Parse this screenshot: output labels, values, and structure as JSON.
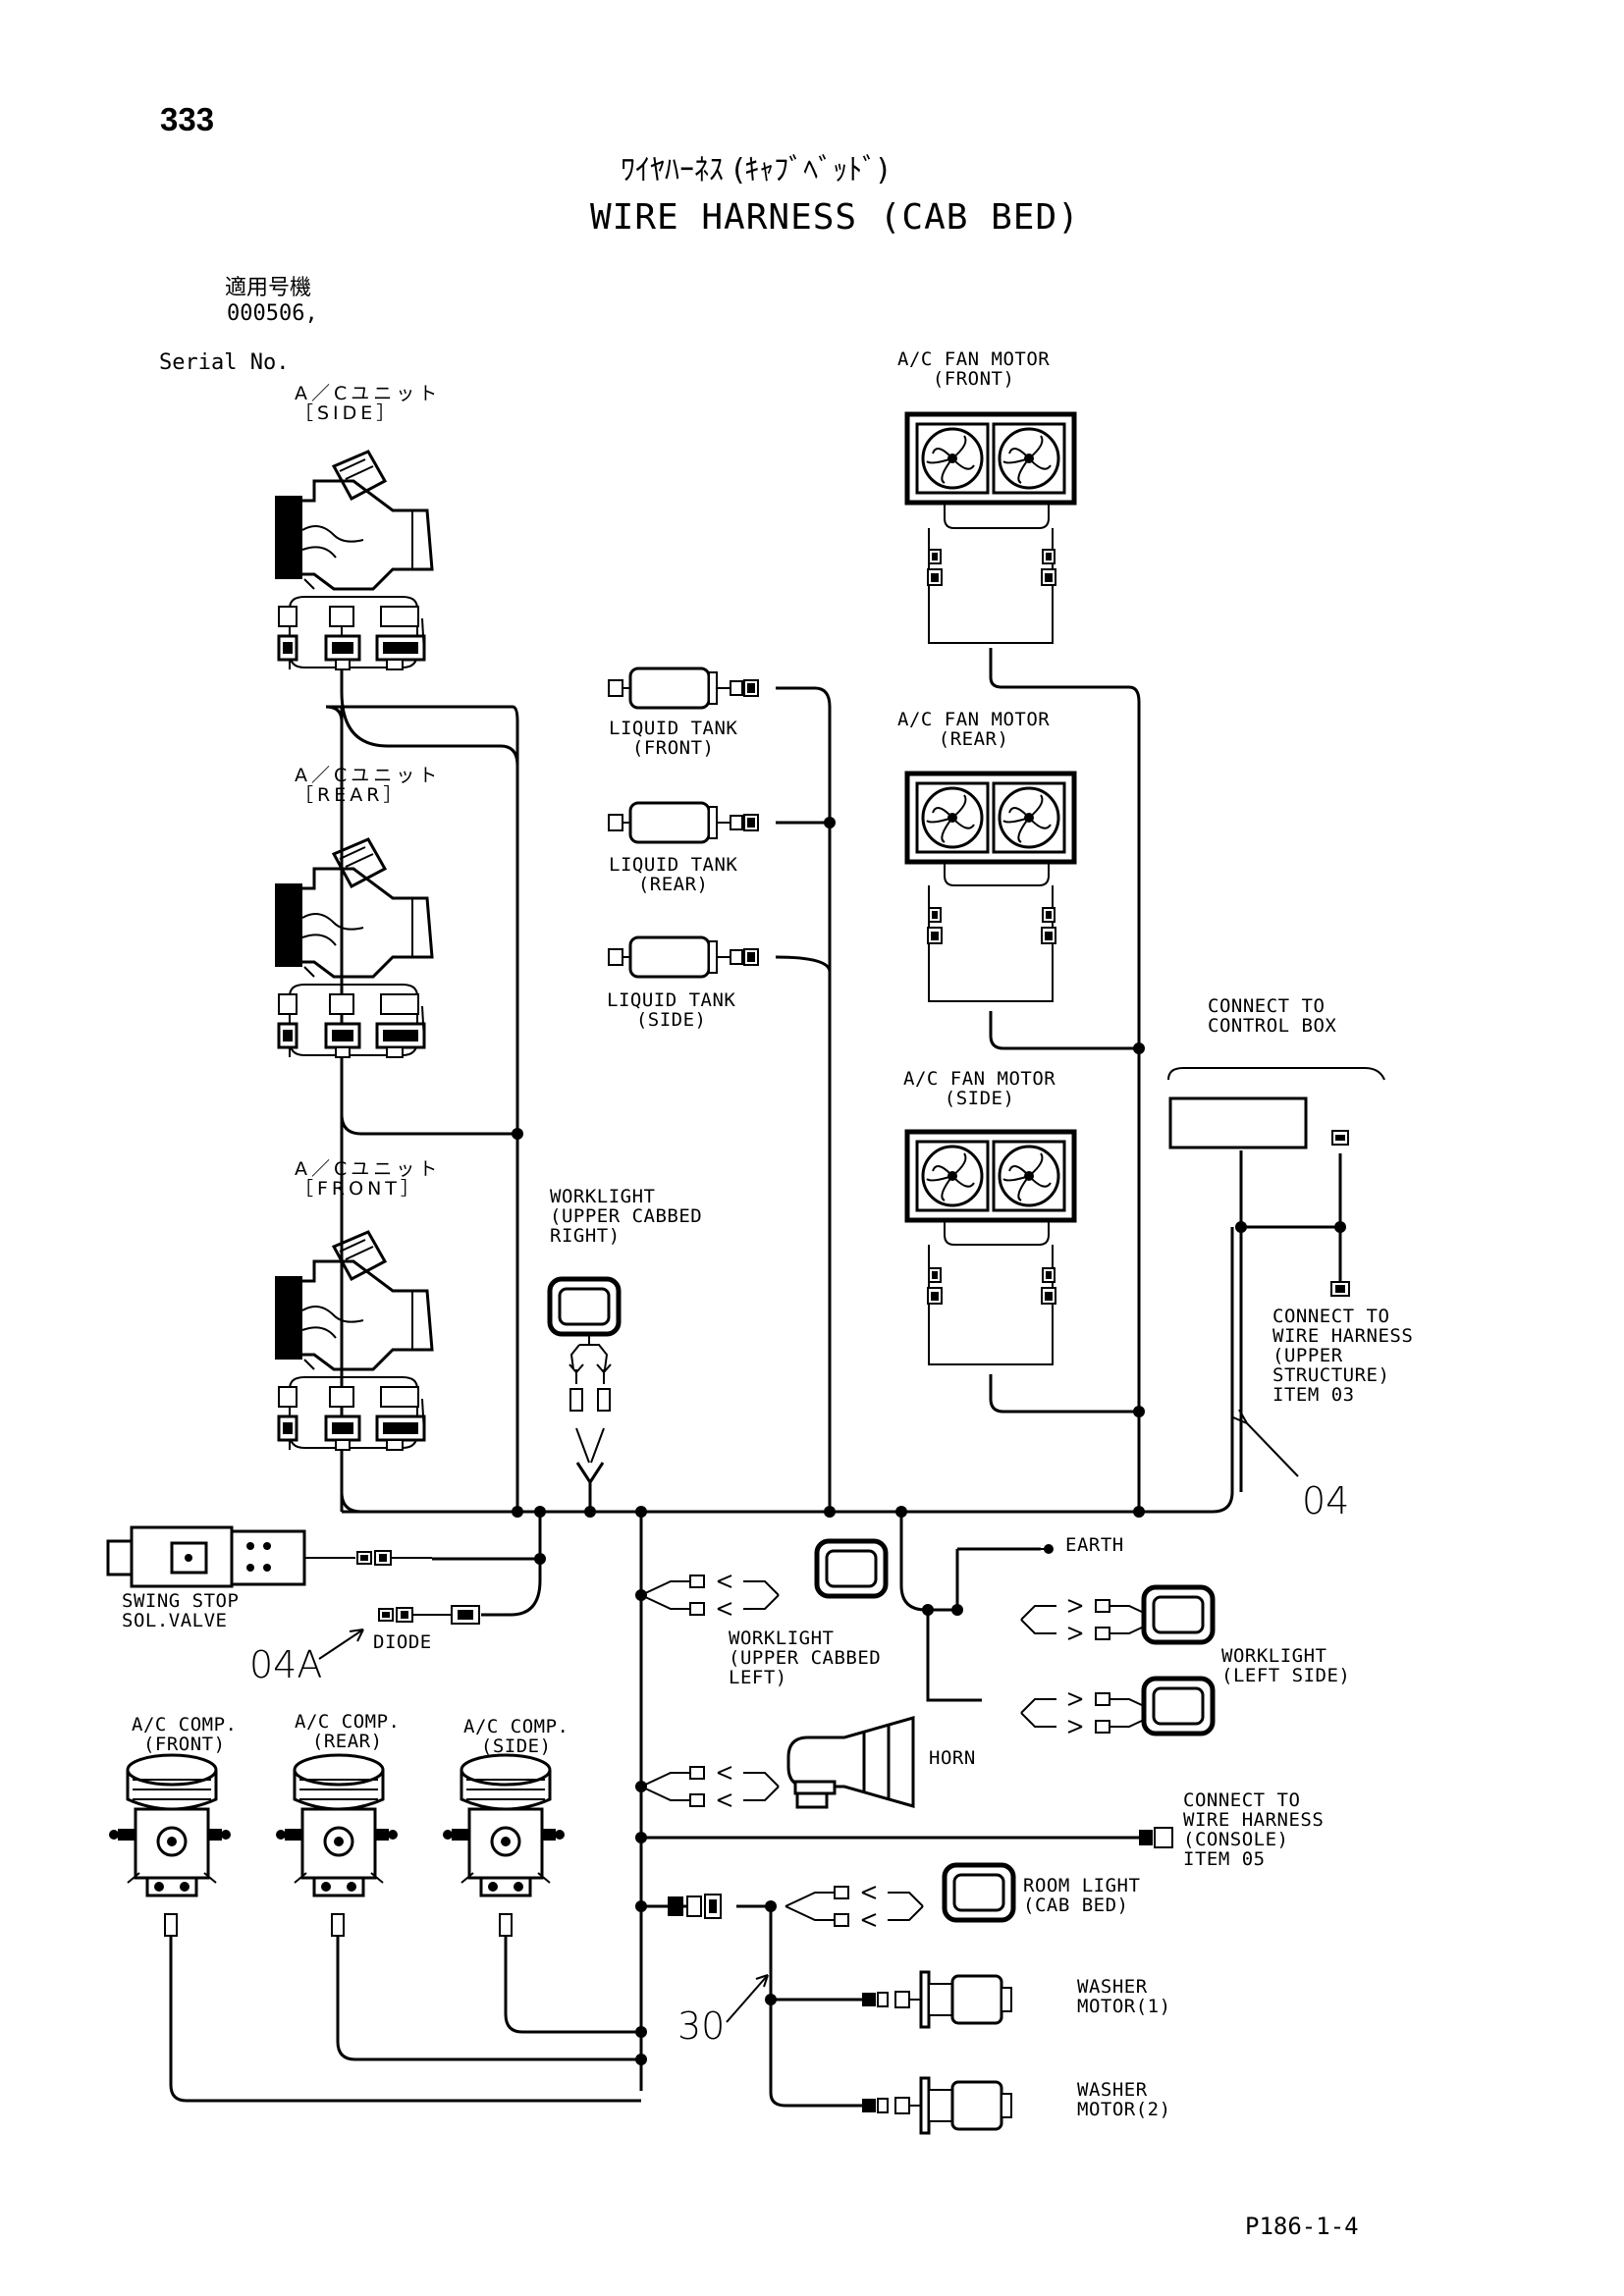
{
  "page_number": "333",
  "title_jp": "ﾜｲﾔﾊｰﾈｽ (ｷｬﾌﾞﾍﾞｯﾄﾞ)",
  "title_en": "WIRE HARNESS (CAB BED)",
  "serial": {
    "label_jp": "適用号機",
    "value": "000506,",
    "label_en": "Serial No."
  },
  "labels": {
    "ac_unit_side": "A／Cユニット\n［SIDE］",
    "ac_unit_rear": "A／Cユニット\n［REAR］",
    "ac_unit_front": "A／Cユニット\n［FRONT］",
    "fan_front": "A/C FAN MOTOR\n(FRONT)",
    "fan_rear": "A/C FAN MOTOR\n(REAR)",
    "fan_side": "A/C FAN MOTOR\n(SIDE)",
    "tank_front": "LIQUID TANK\n(FRONT)",
    "tank_rear": "LIQUID TANK\n(REAR)",
    "tank_side": "LIQUID TANK\n(SIDE)",
    "control_box": "CONNECT TO\nCONTROL BOX",
    "wh_upper": "CONNECT TO\nWIRE HARNESS\n(UPPER\nSTRUCTURE)\nITEM 03",
    "worklight_right": "WORKLIGHT\n(UPPER CABBED\nRIGHT)",
    "swing_stop": "SWING STOP\nSOL.VALVE",
    "diode": "DIODE",
    "worklight_left_cab": "WORKLIGHT\n(UPPER CABBED\nLEFT)",
    "earth": "EARTH",
    "worklight_left_side": "WORKLIGHT\n(LEFT SIDE)",
    "horn": "HORN",
    "wh_console": "CONNECT TO\nWIRE HARNESS\n(CONSOLE)\nITEM 05",
    "comp_front": "A/C COMP.\n(FRONT)",
    "comp_rear": "A/C COMP.\n(REAR)",
    "comp_side": "A/C COMP.\n(SIDE)",
    "room_light": "ROOM LIGHT\n(CAB BED)",
    "washer1": "WASHER\nMOTOR(1)",
    "washer2": "WASHER\nMOTOR(2)"
  },
  "callouts": {
    "item_04": "04",
    "item_04a": "04A",
    "item_30": "30"
  },
  "footer_code": "P186-1-4"
}
